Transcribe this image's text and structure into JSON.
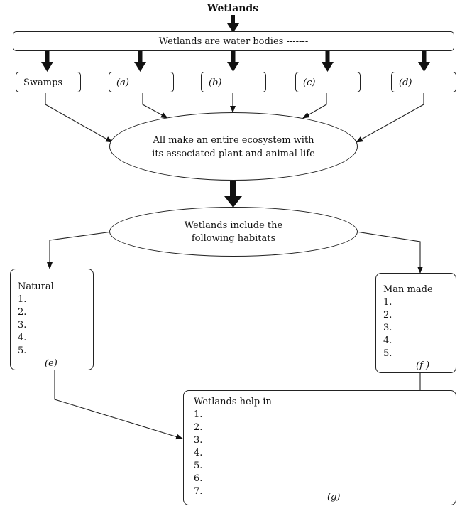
{
  "title": "Wetlands",
  "definition": "Wetlands are water bodies -------",
  "types": {
    "swamps": "Swamps",
    "a": "(a)",
    "b": "(b)",
    "c": "(c)",
    "d": "(d)"
  },
  "ecosystem": {
    "line1": "All make an entire ecosystem with",
    "line2": "its associated plant and animal life"
  },
  "habitats": {
    "line1": "Wetlands include the",
    "line2": "following habitats"
  },
  "natural": {
    "heading": "Natural",
    "items": [
      "1.",
      "2.",
      "3.",
      "4.",
      "5."
    ],
    "tag": "(e)"
  },
  "manmade": {
    "heading": "Man made",
    "items": [
      "1.",
      "2.",
      "3.",
      "4.",
      "5."
    ],
    "tag": "(f )"
  },
  "help": {
    "heading": "Wetlands help in",
    "items": [
      "1.",
      "2.",
      "3.",
      "4.",
      "5.",
      "6.",
      "7."
    ],
    "tag": "(g)"
  }
}
